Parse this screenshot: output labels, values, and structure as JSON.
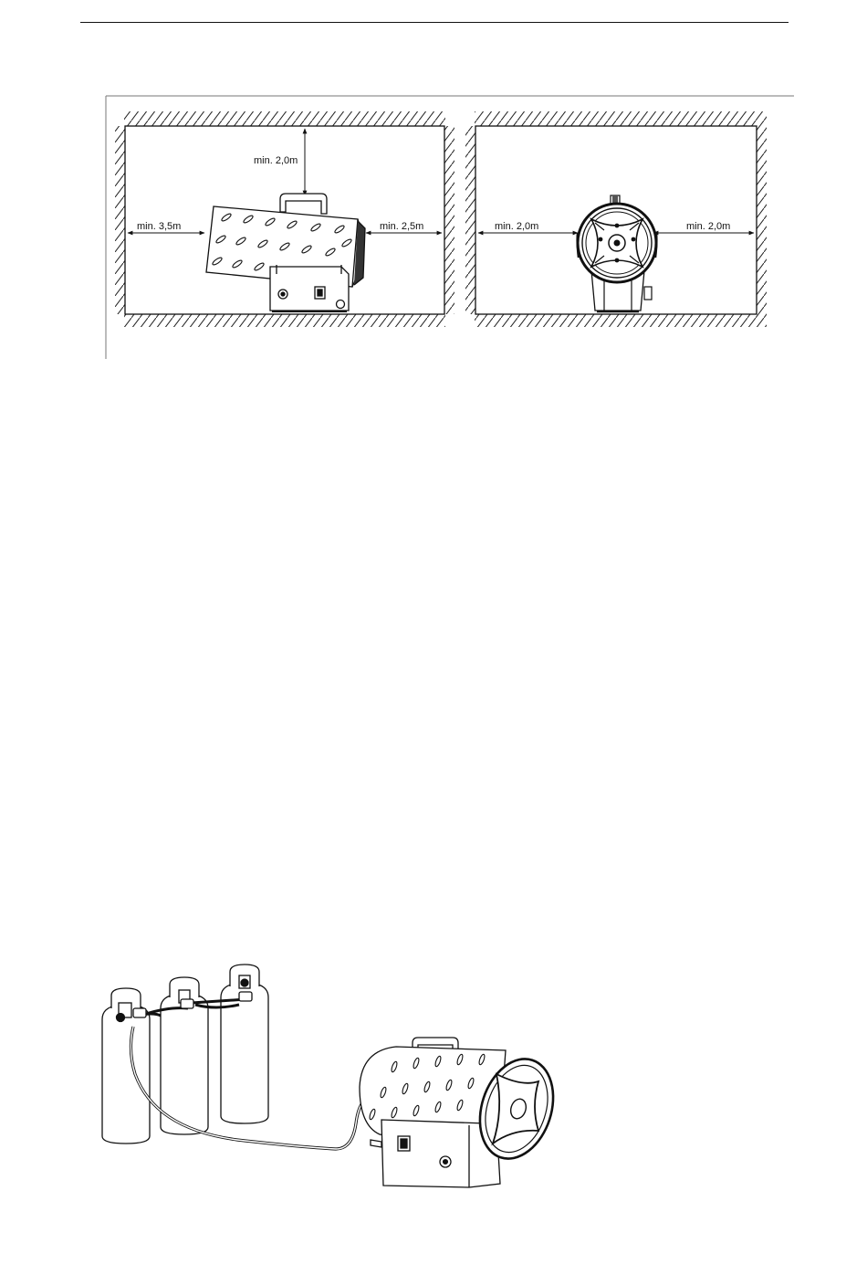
{
  "clearance_figure": {
    "side_view": {
      "top_clearance": "min. 2,0m",
      "rear_clearance": "min. 3,5m",
      "front_clearance": "min. 2,5m"
    },
    "front_view": {
      "left_clearance": "min. 2,0m",
      "right_clearance": "min. 2,0m"
    }
  },
  "connection_figure": {
    "cylinder_count": 3
  }
}
